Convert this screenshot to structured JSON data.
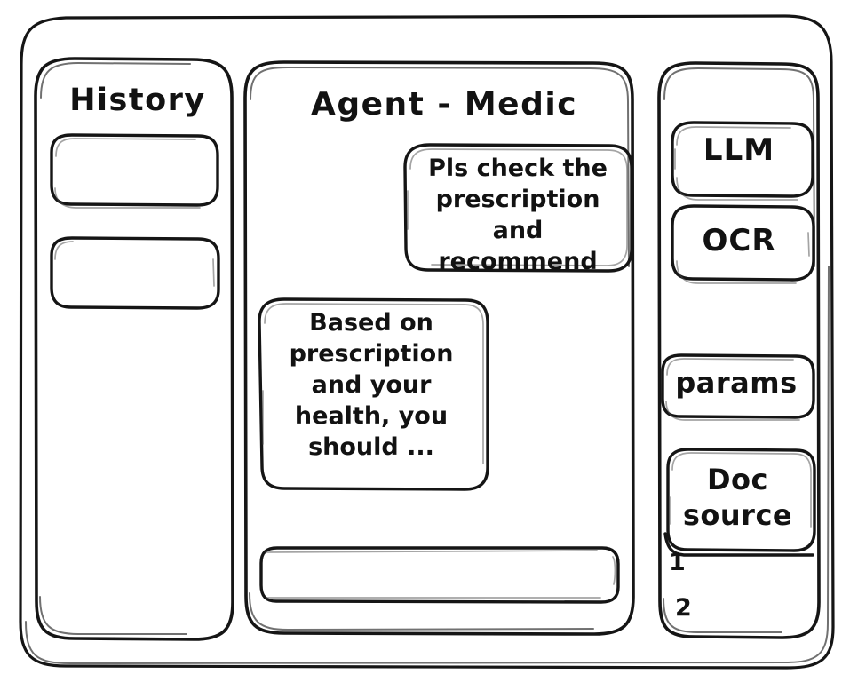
{
  "window": {
    "name": "agent-medic-wireframe"
  },
  "sidebar": {
    "title": "History",
    "items": [
      {
        "label": ""
      },
      {
        "label": ""
      }
    ]
  },
  "main": {
    "title": "Agent - Medic",
    "messages": [
      {
        "role": "user",
        "text": "Pls check the\nprescription\nand recommend"
      },
      {
        "role": "agent",
        "text": "Based on\nprescription\nand your\nhealth, you\nshould ..."
      }
    ],
    "composer": {
      "value": "",
      "placeholder": ""
    }
  },
  "tools": {
    "buttons": [
      {
        "label": "LLM"
      },
      {
        "label": "OCR"
      },
      {
        "label": "params"
      }
    ],
    "doc_source": {
      "label": "Doc\nsource",
      "items": [
        {
          "label": "1"
        },
        {
          "label": "2"
        }
      ]
    }
  },
  "colors": {
    "ink": "#151515",
    "paper": "#ffffff"
  }
}
